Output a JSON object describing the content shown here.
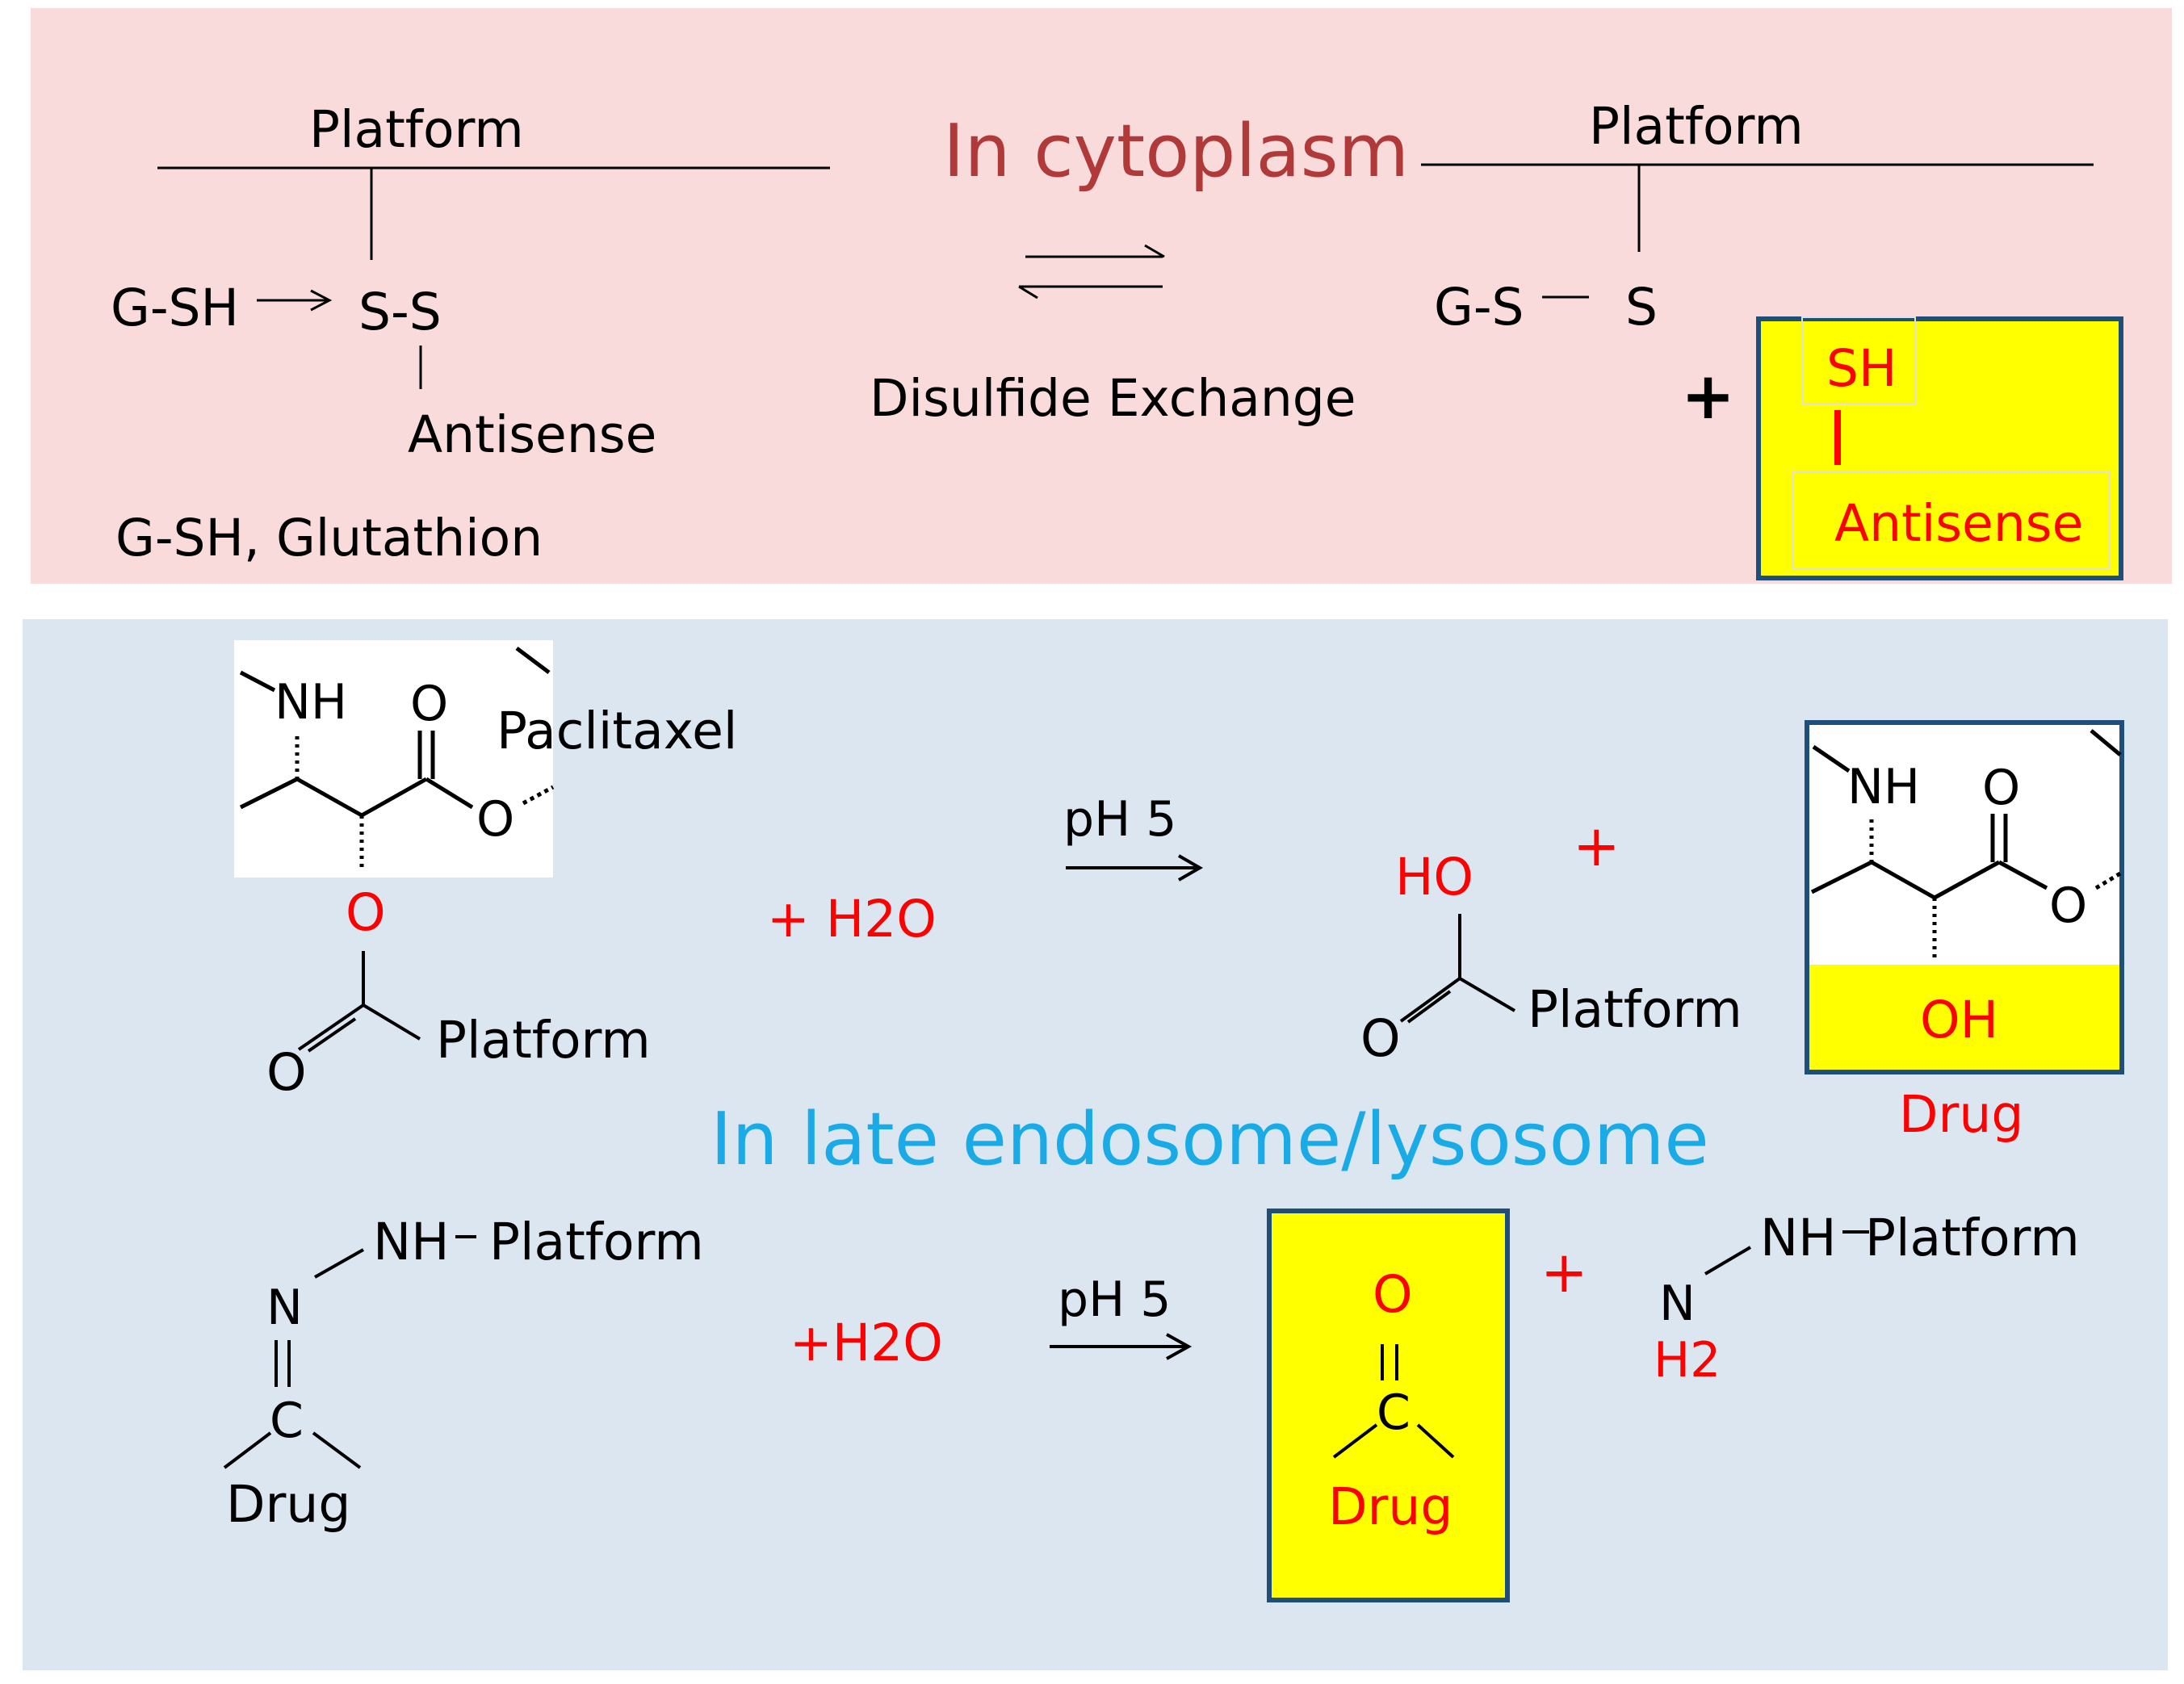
{
  "top_panel": {
    "title": "In cytoplasm",
    "left_platform": "Platform",
    "gsh": "G-SH",
    "ss": "S-S",
    "antisense_left": "Antisense",
    "glutathion_note": "G-SH, Glutathion",
    "exchange_label": "Disulfide Exchange",
    "right_platform": "Platform",
    "gs": "G-S",
    "s": "S",
    "plus": "+",
    "sh": "SH",
    "antisense_right": "Antisense"
  },
  "bottom_panel": {
    "title": "In late endosome/lysosome",
    "r1": {
      "nh": "NH",
      "o_top": "O",
      "o_ester": "O",
      "paclitaxel": "Paclitaxel",
      "o_red": "O",
      "o_carbonyl": "O",
      "platform": "Platform",
      "reagent": "+ H2O",
      "condition": "pH 5",
      "ho": "HO",
      "plus": "+",
      "o_product": "O",
      "platform_product": "Platform",
      "drug_nh": "NH",
      "drug_o": "O",
      "drug_o_ester": "O",
      "oh": "OH",
      "drug_label": "Drug"
    },
    "r2": {
      "nh": "NH",
      "platform": "Platform",
      "n": "N",
      "c": "C",
      "drug": "Drug",
      "reagent": "+H2O",
      "condition": "pH 5",
      "o": "O",
      "c_product": "C",
      "drug_product": "Drug",
      "plus": "+",
      "nh_product": "NH",
      "platform_product": "Platform",
      "n_product": "N",
      "h2": "H2"
    }
  },
  "colors": {
    "top_bg": "#f9dbdc",
    "bottom_bg": "#dbe6f1",
    "title_top": "#b03a3a",
    "title_bottom": "#1aabe6",
    "red": "#ff0000",
    "yellow": "#ffff00",
    "box_border": "#1f4e79"
  }
}
